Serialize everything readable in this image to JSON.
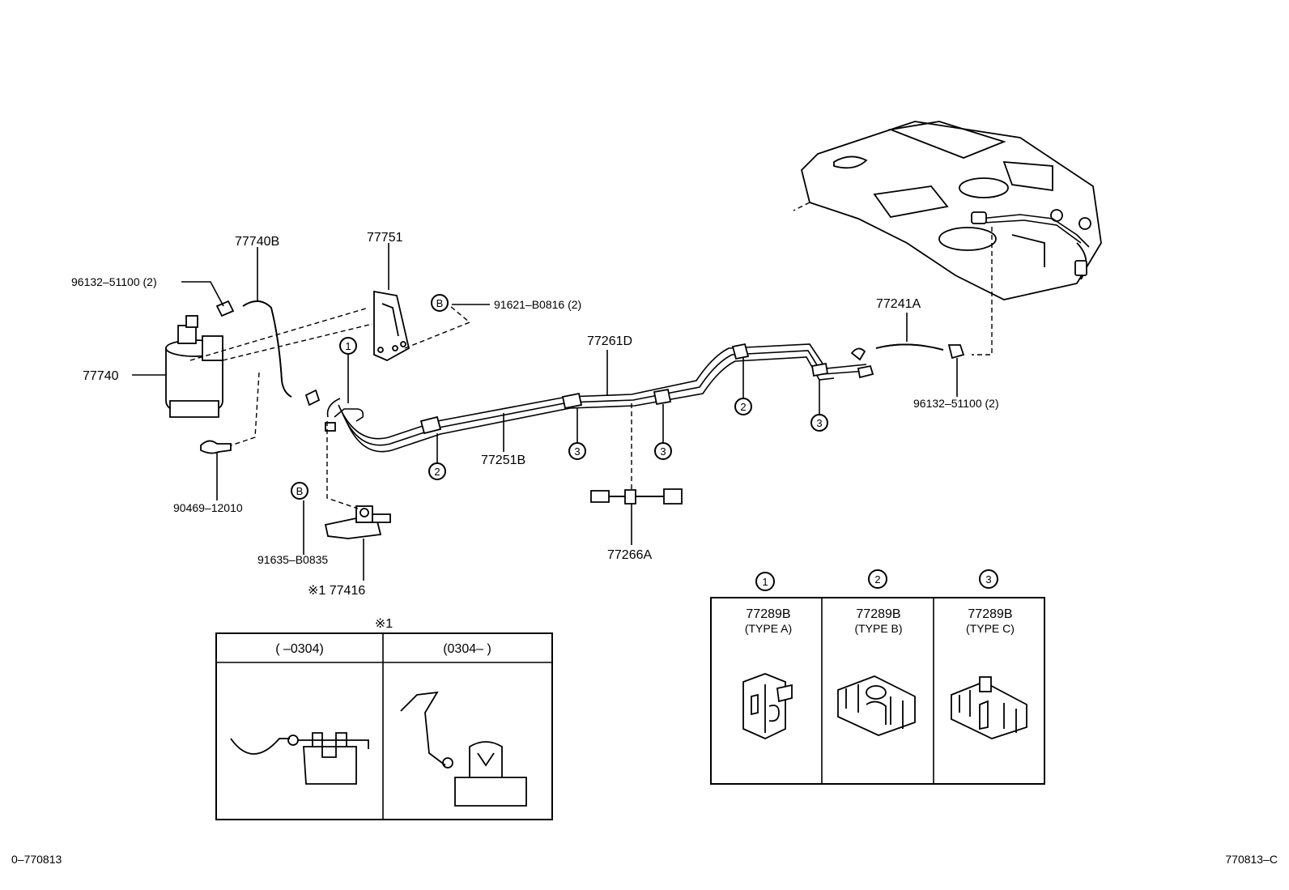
{
  "labels": {
    "p77740B": "77740B",
    "p77751": "77751",
    "p96132_left": "96132–51100 (2)",
    "p91621": "91621–B0816 (2)",
    "p77740": "77740",
    "p90469": "90469–12010",
    "p91635": "91635–B0835",
    "p77416": "※1 77416",
    "p77261D": "77261D",
    "p77251B": "77251B",
    "p77266A": "77266A",
    "p77241A": "77241A",
    "p96132_right": "96132–51100 (2)",
    "callout_b": "B",
    "c1": "1",
    "c2": "2",
    "c3": "3"
  },
  "inset_left": {
    "title": "※1",
    "col1": "(        –0304)",
    "col2": "(0304–        )"
  },
  "inset_right": {
    "cols": [
      {
        "num": "1",
        "part": "77289B",
        "type": "(TYPE A)"
      },
      {
        "num": "2",
        "part": "77289B",
        "type": "(TYPE B)"
      },
      {
        "num": "3",
        "part": "77289B",
        "type": "(TYPE C)"
      }
    ]
  },
  "footer": {
    "left": "0–770813",
    "right": "770813–C"
  }
}
